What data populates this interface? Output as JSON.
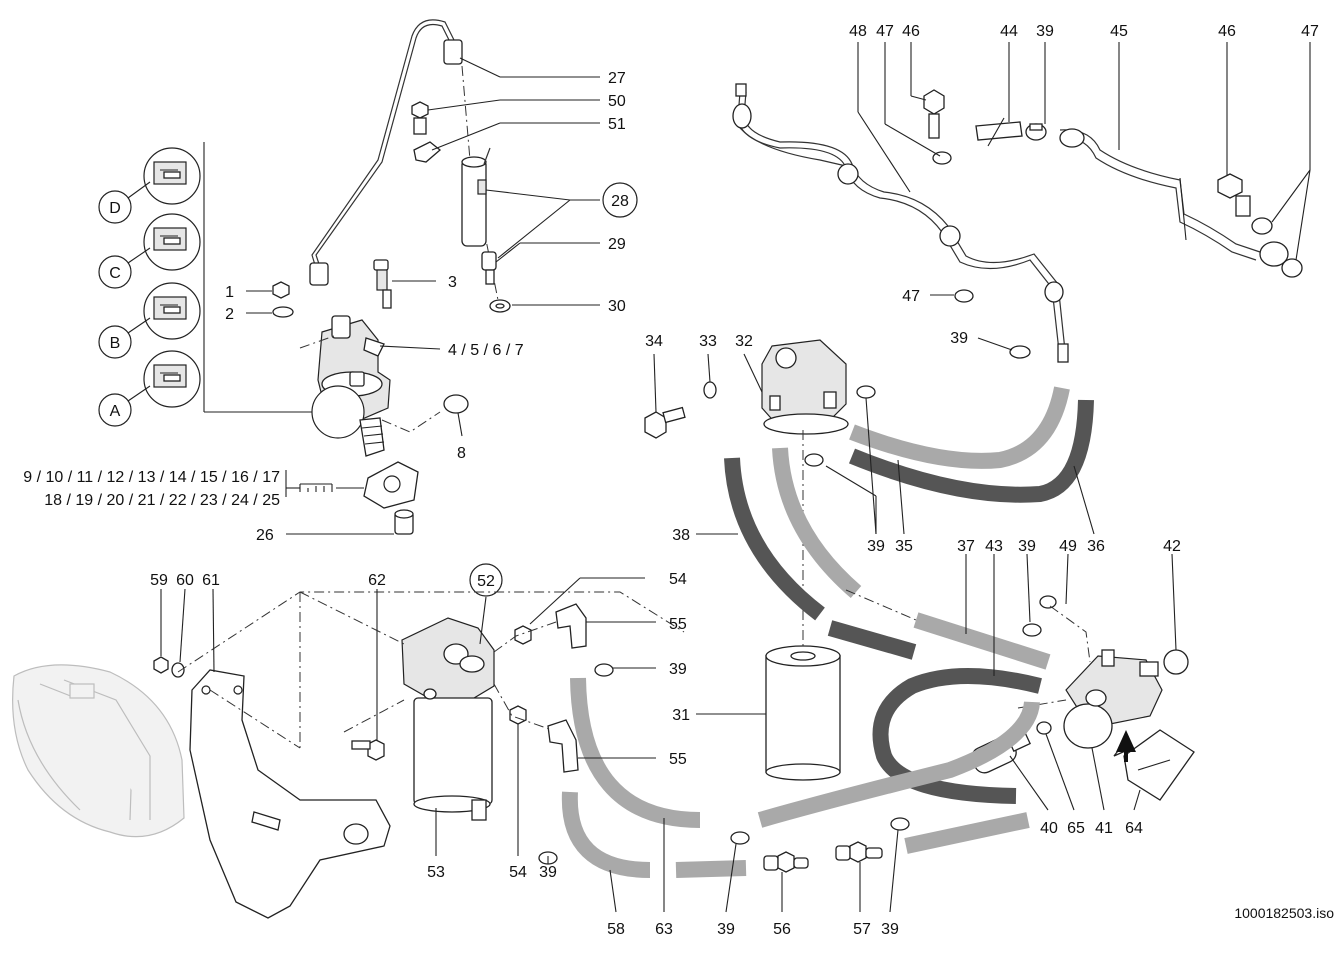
{
  "labels": {
    "l1": "1",
    "l2": "2",
    "l3": "3",
    "l457": "4 / 5 / 6 / 7",
    "l8": "8",
    "l9_17": "9 / 10 / 11 / 12 / 13 / 14 / 15 / 16 / 17",
    "l18_25": "18 / 19 / 20 / 21 / 22 / 23 / 24 / 25",
    "l26": "26",
    "l27": "27",
    "l50": "50",
    "l51": "51",
    "l28": "28",
    "l29": "29",
    "l30": "30",
    "l48": "48",
    "l47a": "47",
    "l46a": "46",
    "l44": "44",
    "l39a": "39",
    "l45": "45",
    "l46b": "46",
    "l47b": "47",
    "l47c": "47",
    "l39b": "39",
    "l34": "34",
    "l33": "33",
    "l32": "32",
    "l38": "38",
    "l39c": "39",
    "l35": "35",
    "l36": "36",
    "l37": "37",
    "l43": "43",
    "l39d": "39",
    "l49": "49",
    "l42": "42",
    "l59": "59",
    "l60": "60",
    "l61": "61",
    "l62": "62",
    "l52": "52",
    "l54a": "54",
    "l55a": "55",
    "l39e": "39",
    "l31": "31",
    "l55b": "55",
    "l53": "53",
    "l54b": "54",
    "l39f": "39",
    "l40": "40",
    "l65": "65",
    "l41": "41",
    "l64": "64",
    "l58": "58",
    "l63": "63",
    "l39g": "39",
    "l56": "56",
    "l57": "57",
    "l39h": "39",
    "detailD": "D",
    "detailC": "C",
    "detailB": "B",
    "detailA": "A"
  },
  "reference": "1000182503.iso"
}
